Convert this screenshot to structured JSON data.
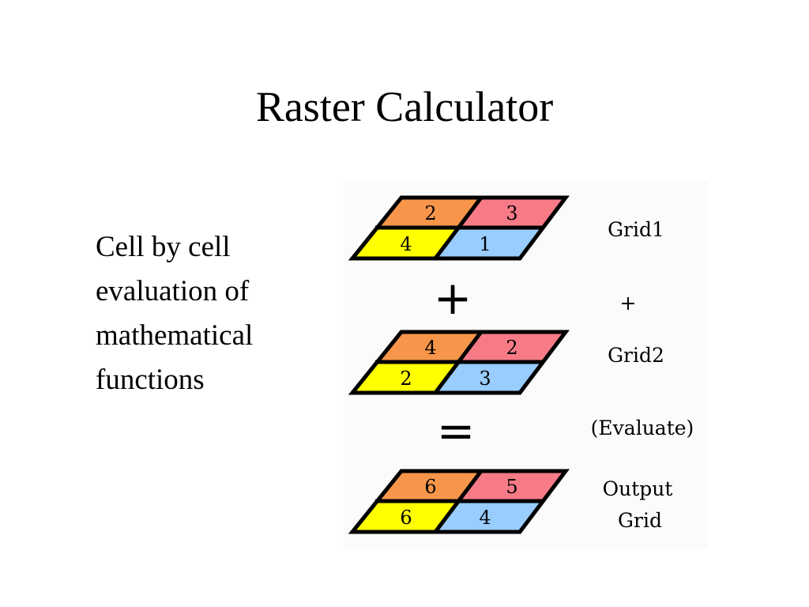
{
  "slide": {
    "title": "Raster Calculator",
    "body_lines": [
      "Cell by cell",
      "evaluation of",
      "mathematical",
      "functions"
    ]
  },
  "figure": {
    "colors": {
      "top_left": "#f7964a",
      "top_right": "#f77b87",
      "bottom_left": "#ffff00",
      "bottom_right": "#99ccff",
      "outline": "#000000",
      "background": "#fbfbfb"
    },
    "grids": [
      {
        "name": "grid1",
        "values": [
          "2",
          "3",
          "4",
          "1"
        ]
      },
      {
        "name": "grid2",
        "values": [
          "4",
          "2",
          "2",
          "3"
        ]
      },
      {
        "name": "output",
        "values": [
          "6",
          "5",
          "6",
          "4"
        ]
      }
    ],
    "operators": {
      "plus": "+",
      "equals": "="
    },
    "labels": {
      "grid1": "Grid1",
      "plus": "+",
      "grid2": "Grid2",
      "evaluate": "(Evaluate)",
      "output_line1": "Output",
      "output_line2": "Grid"
    }
  }
}
